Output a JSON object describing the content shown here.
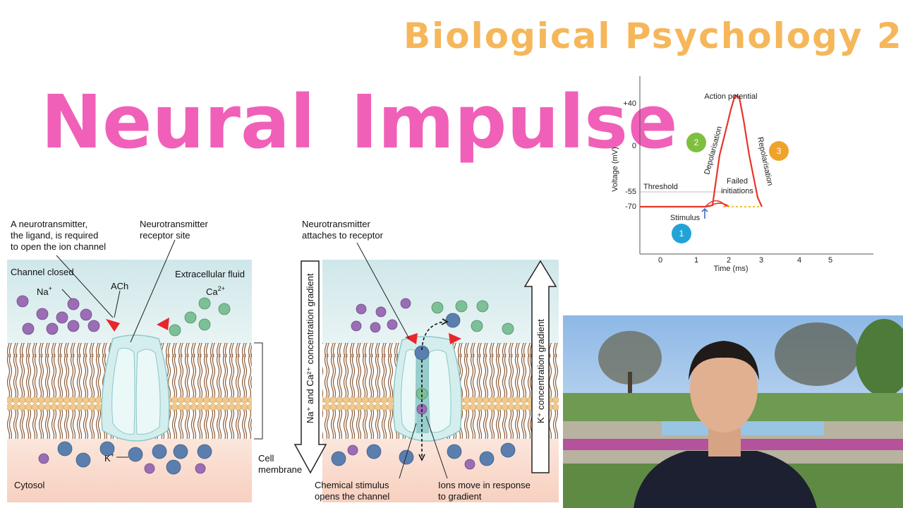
{
  "titles": {
    "course": "Biological Psychology 2",
    "main": "Neural Impulse"
  },
  "colors": {
    "course_title": "#f5b75a",
    "main_title": "#f060b8",
    "ap_curve": "#e8352a",
    "sodium": "#9b6db5",
    "calcium": "#7dbf96",
    "potassium": "#5a7fae",
    "ligand": "#e8262b",
    "stage1": "#22a3d8",
    "stage2": "#7fbf3f",
    "stage3": "#f0a32a"
  },
  "action_potential": {
    "ylabel": "Voltage (mV)",
    "xlabel": "Time (ms)",
    "y_ticks": [
      "+40",
      "0",
      "-55",
      "-70"
    ],
    "x_ticks": [
      "0",
      "1",
      "2",
      "3",
      "4",
      "5"
    ],
    "labels": {
      "peak": "Action potential",
      "threshold": "Threshold",
      "stimulus": "Stimulus",
      "failed_1": "Failed",
      "failed_2": "initiations",
      "depolarisation": "Depolarisation",
      "repolarisation": "Repolarisation"
    },
    "stages": [
      "1",
      "2",
      "3"
    ]
  },
  "channel_closed": {
    "labels": {
      "ligand_1": "A neurotransmitter,",
      "ligand_2": "the ligand, is required",
      "ligand_3": "to open the ion channel",
      "receptor_1": "Neurotransmitter",
      "receptor_2": "receptor site",
      "state": "Channel closed",
      "na": "Na",
      "na_sup": "+",
      "ach": "ACh",
      "extracellular": "Extracellular fluid",
      "ca": "Ca",
      "ca_sup": "2+",
      "k": "K",
      "k_sup": "+",
      "cytosol": "Cytosol",
      "membrane_1": "Cell",
      "membrane_2": "membrane"
    }
  },
  "channel_open": {
    "labels": {
      "attach_1": "Neurotransmitter",
      "attach_2": "attaches to receptor",
      "stimulus_1": "Chemical stimulus",
      "stimulus_2": "opens the channel",
      "ions_1": "Ions move in response",
      "ions_2": "to gradient"
    },
    "gradients": {
      "na_ca": "Na⁺ and Ca²⁺ concentration gradient",
      "k": "K⁺ concentration gradient"
    }
  },
  "video": {
    "name": "presenter video"
  }
}
